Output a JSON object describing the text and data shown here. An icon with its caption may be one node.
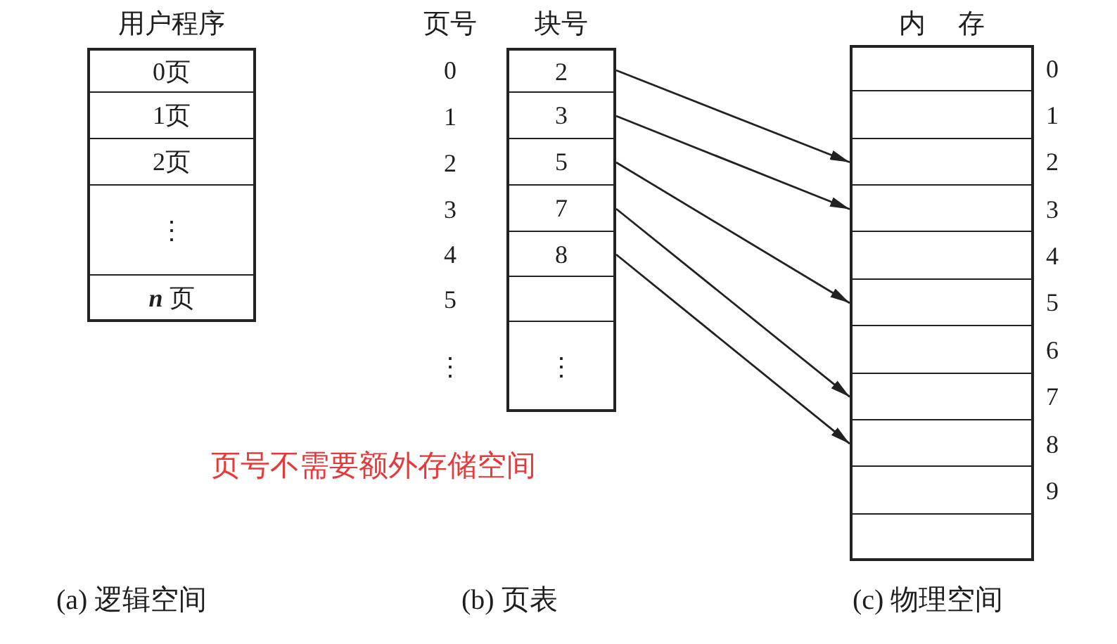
{
  "diagram": {
    "nodes": [
      {
        "text": [
          "用户程序"
        ]
      },
      {
        "text": [
          "0页"
        ],
        "in": 0
      },
      {
        "text": [
          "1页"
        ],
        "in": 0
      },
      {
        "text": [
          "2页"
        ],
        "in": 0
      },
      {
        "text": [
          "⋮"
        ],
        "in": 0
      },
      {
        "text": [
          "*n* 页"
        ],
        "in": 0
      },
      {
        "text": [
          "块号"
        ],
        "beside": [
          "页号"
        ]
      },
      {
        "text": [
          "2"
        ],
        "in": 6,
        "beside": [
          "0"
        ]
      },
      {
        "text": [
          "3"
        ],
        "in": 6,
        "beside": [
          "1"
        ]
      },
      {
        "text": [
          "5"
        ],
        "in": 6,
        "beside": [
          "2"
        ]
      },
      {
        "text": [
          "7"
        ],
        "in": 6,
        "beside": [
          "3"
        ]
      },
      {
        "text": [
          "8"
        ],
        "in": 6,
        "beside": [
          "4"
        ]
      },
      {
        "text": [],
        "shape": "box",
        "in": 6,
        "beside": [
          "5"
        ]
      },
      {
        "text": [
          "⋮"
        ],
        "in": 6,
        "beside": [
          "⋮"
        ]
      },
      {
        "text": [
          "内 存"
        ]
      },
      {
        "text": [],
        "shape": "box",
        "in": 14,
        "beside": [
          "0"
        ]
      },
      {
        "text": [],
        "shape": "box",
        "in": 14,
        "beside": [
          "1"
        ]
      },
      {
        "text": [],
        "shape": "box",
        "in": 14,
        "beside": [
          "2"
        ]
      },
      {
        "text": [],
        "shape": "box",
        "in": 14,
        "beside": [
          "3"
        ]
      },
      {
        "text": [],
        "shape": "box",
        "in": 14,
        "beside": [
          "4"
        ]
      },
      {
        "text": [],
        "shape": "box",
        "in": 14,
        "beside": [
          "5"
        ]
      },
      {
        "text": [],
        "shape": "box",
        "in": 14,
        "beside": [
          "6"
        ]
      },
      {
        "text": [],
        "shape": "box",
        "in": 14,
        "beside": [
          "7"
        ]
      },
      {
        "text": [],
        "shape": "box",
        "in": 14,
        "beside": [
          "8"
        ]
      },
      {
        "text": [],
        "shape": "box",
        "in": 14,
        "beside": [
          "9"
        ]
      },
      {
        "text": [],
        "shape": "box",
        "in": 14
      }
    ],
    "edges": [
      {
        "from": 7,
        "to": 17,
        "arrow": "to"
      },
      {
        "from": 8,
        "to": 18,
        "arrow": "to"
      },
      {
        "from": 9,
        "to": 20,
        "arrow": "to"
      },
      {
        "from": 10,
        "to": 22,
        "arrow": "to"
      },
      {
        "from": 11,
        "to": 23,
        "arrow": "to"
      }
    ],
    "labels": [
      "页号不需要额外存储空间",
      "(a) 逻辑空间",
      "(b) 页表",
      "(c) 物理空间"
    ]
  }
}
